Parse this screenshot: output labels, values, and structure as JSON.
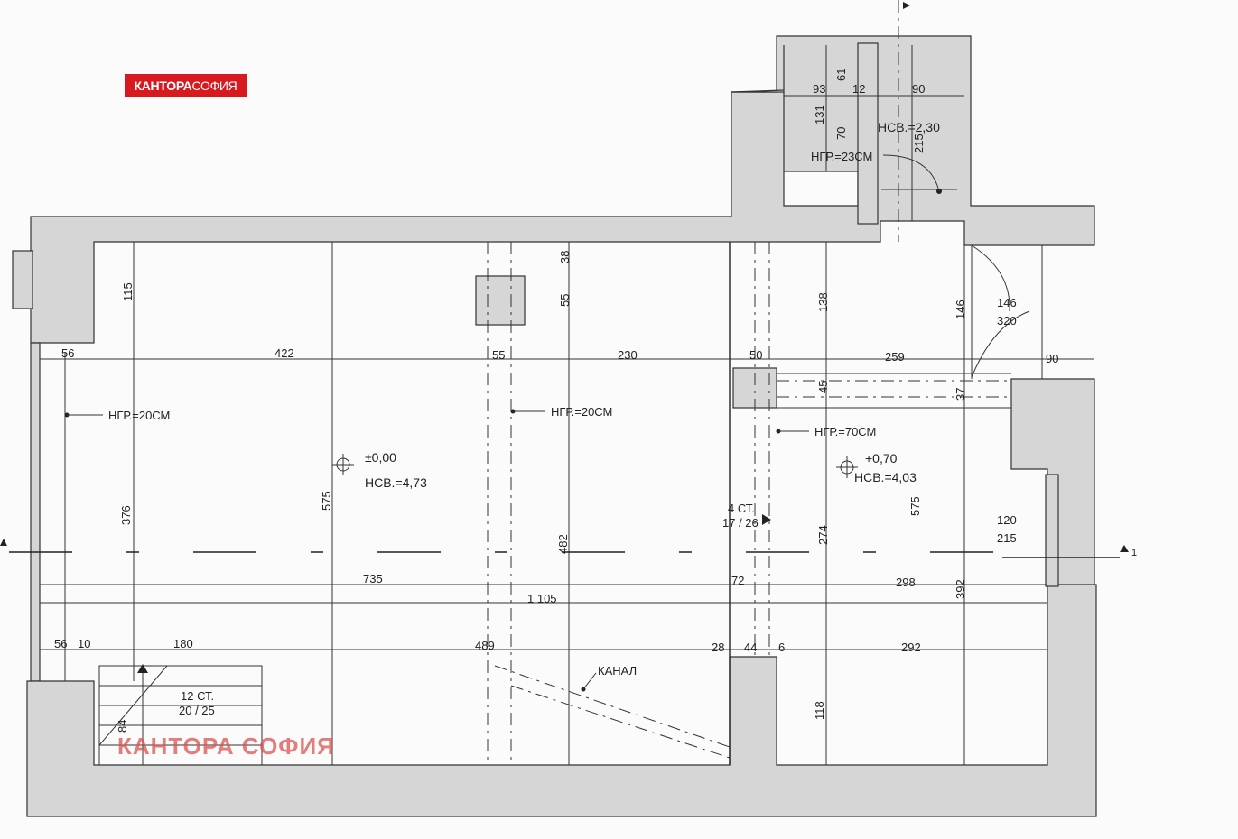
{
  "logo": {
    "part1": "КАНТОРА",
    "part2": "СОФИЯ"
  },
  "watermark": "КАНТОРА СОФИЯ",
  "section_marker": "1",
  "annotations": {
    "hgr_20_left": "НГР.=20СМ",
    "hgr_20_mid": "НГР.=20СМ",
    "hgr_70": "НГР.=70СМ",
    "hgr_23": "НГР.=23СМ",
    "level_0": "±0,00",
    "hsv_473": "НСВ.=4,73",
    "level_070": "+0,70",
    "hsv_403": "НСВ.=4,03",
    "hsv_230": "НСВ.=2,30",
    "stairs_right_1": "4 СТ.",
    "stairs_right_2": "17 / 26",
    "stairs_left_1": "12 СТ.",
    "stairs_left_2": "20 / 25",
    "kanal": "КАНАЛ"
  },
  "dimensions": {
    "d93": "93",
    "d61": "61",
    "d12": "12",
    "d90_top": "90",
    "d131": "131",
    "d70": "70",
    "d215_top": "215",
    "d115": "115",
    "d38": "38",
    "d55_v": "55",
    "d138": "138",
    "d146_v": "146",
    "d146_h": "146",
    "d320": "320",
    "d56_top": "56",
    "d422": "422",
    "d55_h": "55",
    "d230": "230",
    "d50": "50",
    "d259": "259",
    "d90_right": "90",
    "d45": "45",
    "d37": "37",
    "d376": "376",
    "d575_left": "575",
    "d482": "482",
    "d274": "274",
    "d575_right": "575",
    "d120": "120",
    "d215_right": "215",
    "d735": "735",
    "d72": "72",
    "d298": "298",
    "d1105": "1 105",
    "d392": "392",
    "d56_bottom": "56",
    "d10": "10",
    "d180": "180",
    "d489": "489",
    "d28": "28",
    "d44": "44",
    "d6": "6",
    "d292": "292",
    "d84": "84",
    "d118": "118"
  }
}
